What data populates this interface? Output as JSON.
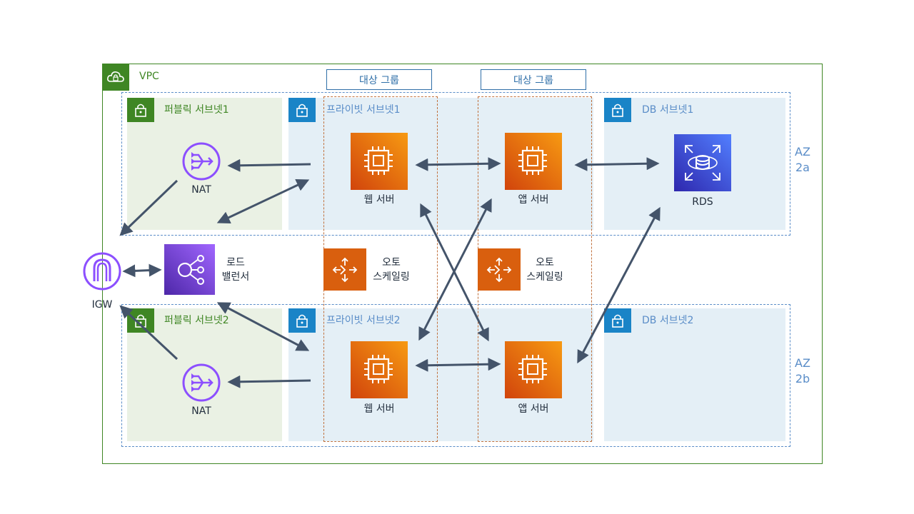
{
  "vpc": {
    "label": "VPC"
  },
  "target_groups": [
    {
      "label": "대상 그룹"
    },
    {
      "label": "대상 그룹"
    }
  ],
  "availability_zones": [
    {
      "label_line1": "AZ",
      "label_line2": "2a"
    },
    {
      "label_line1": "AZ",
      "label_line2": "2b"
    }
  ],
  "subnets": {
    "public1": "퍼블릭 서브넷1",
    "private1": "프라이빗 서브넷1",
    "db1": "DB 서브넷1",
    "public2": "퍼블릭 서브넷2",
    "private2": "프라이빗 서브넷2",
    "db2": "DB 서브넷2"
  },
  "nodes": {
    "nat1": "NAT",
    "nat2": "NAT",
    "web1": "웹 서버",
    "web2": "웹 서버",
    "app1": "앱 서버",
    "app2": "앱 서버",
    "rds": "RDS",
    "igw": "IGW",
    "lb_line1": "로드",
    "lb_line2": "밸런서",
    "asg1_line1": "오토",
    "asg1_line2": "스케일링",
    "asg2_line1": "오토",
    "asg2_line2": "스케일링"
  },
  "colors": {
    "vpc_green": "#3f8624",
    "subnet_blue": "#1a84c7",
    "compute_orange": "#ed7100",
    "database_blue": "#3334b9",
    "networking_purple": "#8c4fff",
    "arrow": "#44546a"
  }
}
